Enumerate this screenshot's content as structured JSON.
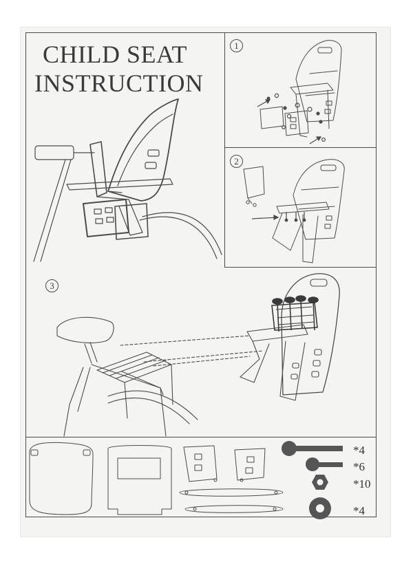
{
  "title": {
    "line1": "CHILD SEAT",
    "line2": "INSTRUCTION"
  },
  "steps": [
    {
      "number": "1"
    },
    {
      "number": "2"
    },
    {
      "number": "3"
    }
  ],
  "parts": [
    {
      "icon": "long-bolt-icon",
      "quantity": "*4"
    },
    {
      "icon": "short-bolt-icon",
      "quantity": "*6"
    },
    {
      "icon": "hex-nut-icon",
      "quantity": "*10"
    },
    {
      "icon": "washer-icon",
      "quantity": "*4"
    }
  ],
  "colors": {
    "line": "#4a4a4a",
    "hardware": "#555555",
    "paper": "#f4f4f2"
  }
}
